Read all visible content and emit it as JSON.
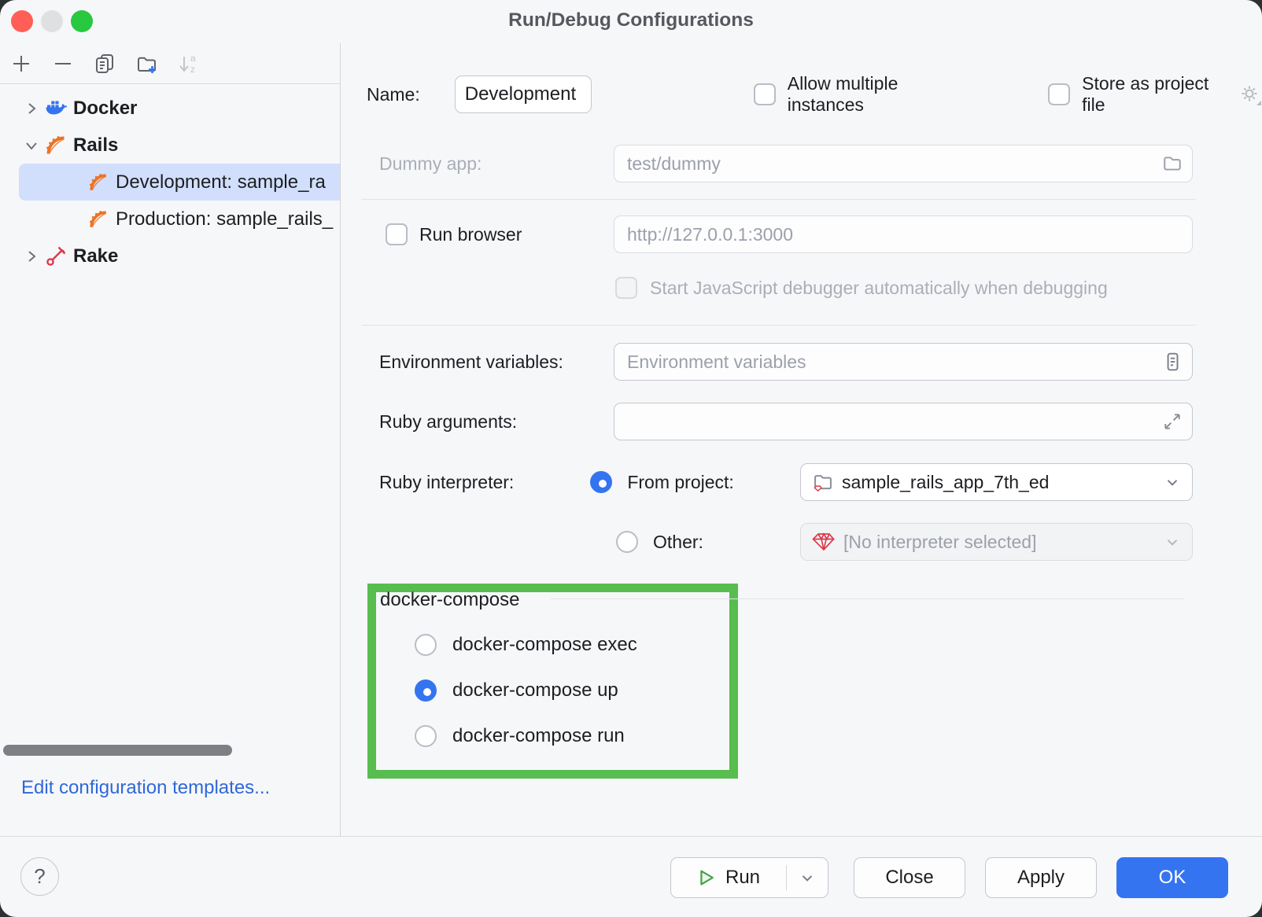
{
  "window": {
    "title": "Run/Debug Configurations"
  },
  "colors": {
    "accent": "#3574f0",
    "highlight_box_green": "#57bd4f",
    "tree_selection": "#d1dffc",
    "link_blue": "#3068d9",
    "rails_orange": "#ed7224",
    "docker_blue": "#3574f0",
    "rake_red": "#db3b4b",
    "run_play_green": "#43a047"
  },
  "sidebar": {
    "toolbar": [
      {
        "icon": "add-icon"
      },
      {
        "icon": "remove-icon"
      },
      {
        "icon": "copy-icon"
      },
      {
        "icon": "new-folder-icon"
      },
      {
        "icon": "sort-alphabetically-icon",
        "disabled": true
      }
    ],
    "tree": [
      {
        "label": "Docker",
        "icon": "docker",
        "group": true,
        "expanded": false,
        "selected": false
      },
      {
        "label": "Rails",
        "icon": "rails",
        "group": true,
        "expanded": true,
        "selected": false
      },
      {
        "label": "Development: sample_ra",
        "icon": "rails",
        "group": false,
        "selected": true
      },
      {
        "label": "Production: sample_rails_",
        "icon": "rails",
        "group": false,
        "selected": false
      },
      {
        "label": "Rake",
        "icon": "rake",
        "group": true,
        "expanded": false,
        "selected": false
      }
    ],
    "edit_templates_link": "Edit configuration templates..."
  },
  "form": {
    "name_label": "Name:",
    "name_value": "Development",
    "allow_multiple_label": "Allow multiple instances",
    "store_project_label": "Store as project file",
    "dummy_app_label": "Dummy app:",
    "dummy_app_value": "test/dummy",
    "run_browser_label": "Run browser",
    "browser_url_value": "http://127.0.0.1:3000",
    "js_debugger_label": "Start JavaScript debugger automatically when debugging",
    "env_label": "Environment variables:",
    "env_placeholder": "Environment variables",
    "ruby_args_label": "Ruby arguments:",
    "interpreter_label": "Ruby interpreter:",
    "from_project_label": "From project:",
    "from_project_value": "sample_rails_app_7th_ed",
    "from_project_selected": true,
    "other_label": "Other:",
    "other_value": "[No interpreter selected]",
    "other_selected": false,
    "compose": {
      "title": "docker-compose",
      "options": [
        {
          "label": "docker-compose exec",
          "selected": false
        },
        {
          "label": "docker-compose up",
          "selected": true
        },
        {
          "label": "docker-compose run",
          "selected": false
        }
      ]
    }
  },
  "footer": {
    "help_label": "?",
    "run_label": "Run",
    "close_label": "Close",
    "apply_label": "Apply",
    "ok_label": "OK"
  }
}
